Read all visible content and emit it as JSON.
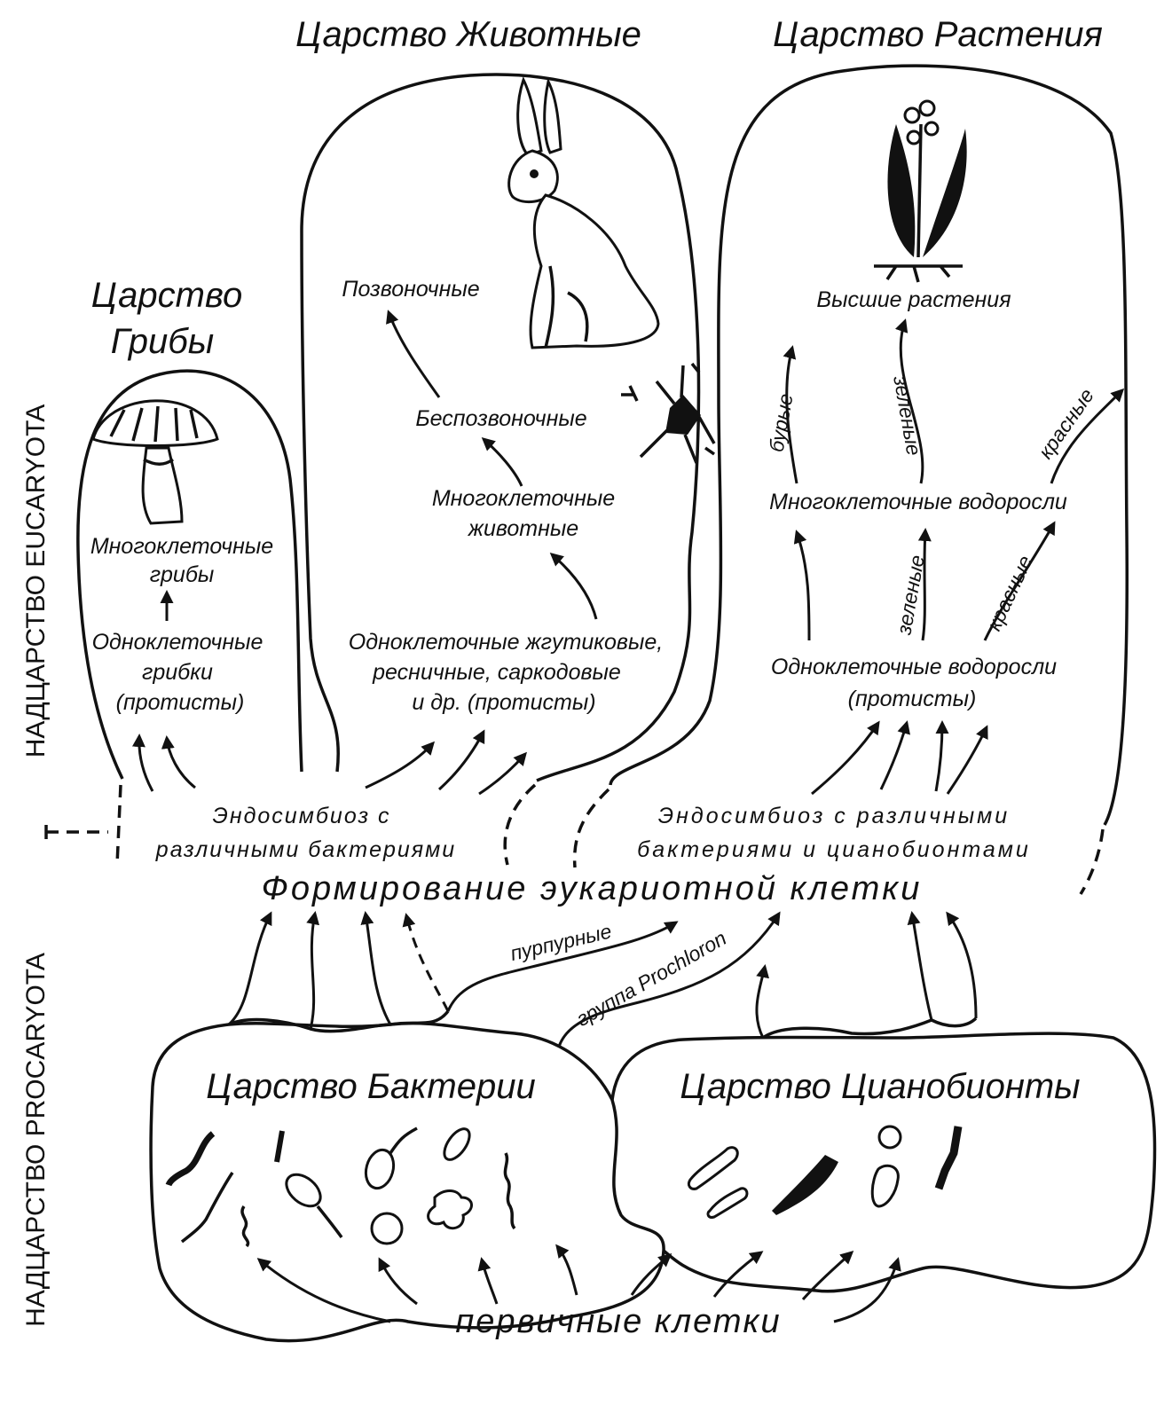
{
  "kingdoms": {
    "animals": "Царство Животные",
    "plants": "Царство Растения",
    "fungi_line1": "Царство",
    "fungi_line2": "Грибы",
    "bacteria": "Царство Бактерии",
    "cyanobionts": "Царство Цианобионты"
  },
  "superkingdoms": {
    "eukaryota": "НАДЦАРСТВО EUCARYOTA",
    "prokaryota": "НАДЦАРСТВО PROCARYOTA"
  },
  "fungi_column": {
    "multicellular_line1": "Многоклеточные",
    "multicellular_line2": "грибы",
    "unicellular_line1": "Одноклеточные",
    "unicellular_line2": "грибки",
    "unicellular_line3": "(протисты)"
  },
  "animal_column": {
    "vertebrates": "Позвоночные",
    "invertebrates": "Беспозвоночные",
    "multicellular_line1": "Многоклеточные",
    "multicellular_line2": "животные",
    "protists_line1": "Одноклеточные жгутиковые,",
    "protists_line2": "ресничные, саркодовые",
    "protists_line3": "и др. (протисты)"
  },
  "plant_column": {
    "higher_plants": "Высшие растения",
    "multicellular_algae": "Многоклеточные водоросли",
    "unicellular_algae_line1": "Одноклеточные водоросли",
    "unicellular_algae_line2": "(протисты)",
    "brown": "бурые",
    "green": "зеленые",
    "red": "красные"
  },
  "endosymbiosis": {
    "left_line1": "Эндосимбиоз с",
    "left_line2": "различными бактериями",
    "right_line1": "Эндосимбиоз с различными",
    "right_line2": "бактериями и цианобионтами"
  },
  "eukaryotic_cell_formation": "Формирование эукариотной клетки",
  "purple": "пурпурные",
  "prochloron_group": "группа Prochloron",
  "primary_cells": "первичные клетки"
}
